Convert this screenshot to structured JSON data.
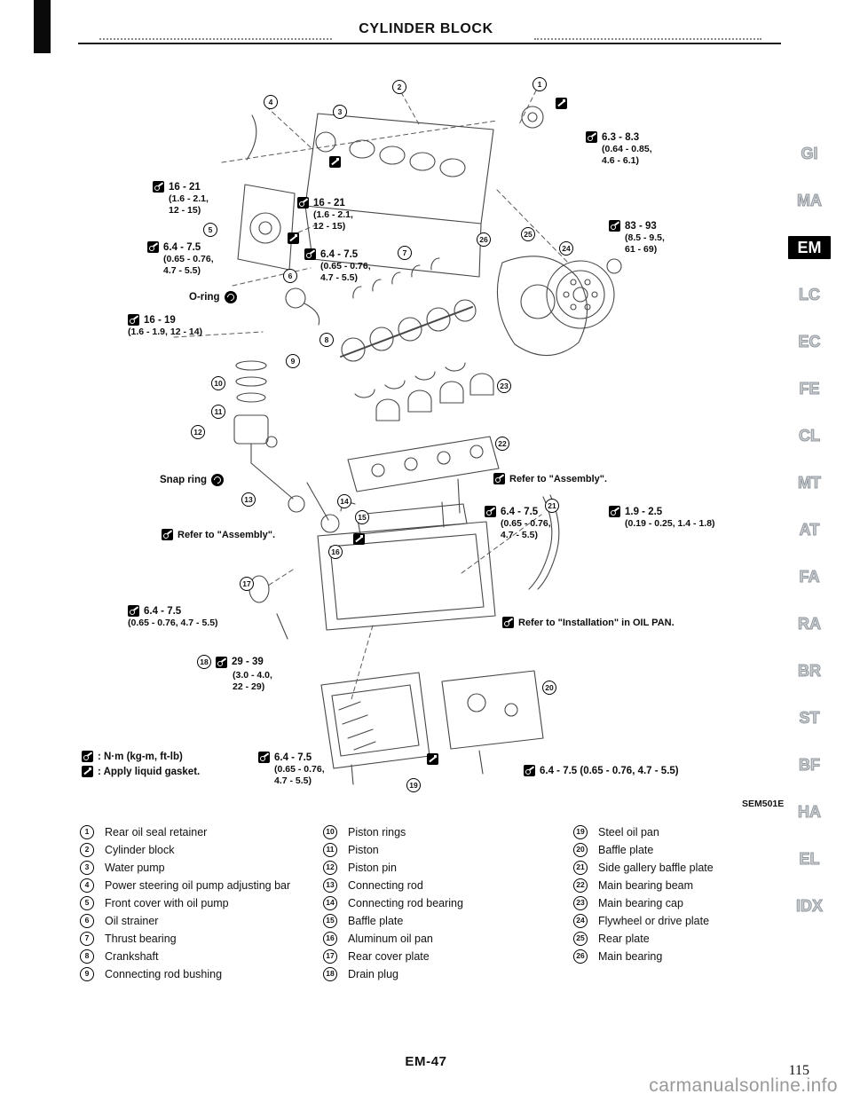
{
  "page": {
    "title": "CYLINDER BLOCK",
    "footer_code": "EM-47",
    "page_number": "115",
    "watermark": "carmanualsonline.info",
    "figure_code": "SEM501E"
  },
  "tabs": [
    "GI",
    "MA",
    "EM",
    "LC",
    "EC",
    "FE",
    "CL",
    "MT",
    "AT",
    "FA",
    "RA",
    "BR",
    "ST",
    "BF",
    "HA",
    "EL",
    "IDX"
  ],
  "legend": {
    "torque": ": N·m (kg-m, ft-lb)",
    "gasket": ": Apply liquid gasket."
  },
  "ann": {
    "n63": {
      "t": "6.3 - 8.3",
      "p1": "(0.64 - 0.85,",
      "p2": "4.6 - 6.1)"
    },
    "n1621a": {
      "t": "16 - 21",
      "p1": "(1.6 - 2.1,",
      "p2": "12 - 15)"
    },
    "n1621b": {
      "t": "16 - 21",
      "p1": "(1.6 - 2.1,",
      "p2": "12 - 15)"
    },
    "n8393": {
      "t": "83 - 93",
      "p1": "(8.5 - 9.5,",
      "p2": "61 - 69)"
    },
    "n6475a": {
      "t": "6.4 - 7.5",
      "p1": "(0.65 - 0.76,",
      "p2": "4.7 - 5.5)"
    },
    "n6475b": {
      "t": "6.4 - 7.5",
      "p1": "(0.65 - 0.76,",
      "p2": "4.7 - 5.5)"
    },
    "oring": {
      "t": "O-ring"
    },
    "n1619": {
      "t": "16 - 19",
      "p1": "(1.6 - 1.9, 12 - 14)"
    },
    "snap": {
      "t": "Snap ring"
    },
    "referA1": {
      "t": "Refer to \"Assembly\"."
    },
    "referA2": {
      "t": "Refer to \"Assembly\"."
    },
    "n6475c": {
      "t": "6.4 - 7.5",
      "p1": "(0.65 - 0.76,",
      "p2": "4.7 - 5.5)"
    },
    "n1925": {
      "t": "1.9 - 2.5",
      "p1": "(0.19 - 0.25, 1.4 - 1.8)"
    },
    "n6475d": {
      "t": "6.4 - 7.5",
      "p1": "(0.65 - 0.76, 4.7 - 5.5)"
    },
    "referOil": {
      "t": "Refer to \"Installation\" in OIL PAN."
    },
    "n2939": {
      "t": "29 - 39",
      "p1": "(3.0 - 4.0,",
      "p2": "22 - 29)"
    },
    "n6475e": {
      "t": "6.4 - 7.5",
      "p1": "(0.65 - 0.76,",
      "p2": "4.7 - 5.5)"
    },
    "n6475f": {
      "t": "6.4 - 7.5 (0.65 - 0.76, 4.7 - 5.5)"
    }
  },
  "callouts": [
    "1",
    "2",
    "3",
    "4",
    "5",
    "6",
    "7",
    "8",
    "9",
    "10",
    "11",
    "12",
    "13",
    "14",
    "15",
    "16",
    "17",
    "18",
    "19",
    "20",
    "21",
    "22",
    "23",
    "24",
    "25",
    "26"
  ],
  "parts": {
    "col1": [
      {
        "num": "1",
        "label": "Rear oil seal retainer"
      },
      {
        "num": "2",
        "label": "Cylinder block"
      },
      {
        "num": "3",
        "label": "Water pump"
      },
      {
        "num": "4",
        "label": "Power steering oil pump adjusting bar"
      },
      {
        "num": "5",
        "label": "Front cover with oil pump"
      },
      {
        "num": "6",
        "label": "Oil strainer"
      },
      {
        "num": "7",
        "label": "Thrust bearing"
      },
      {
        "num": "8",
        "label": "Crankshaft"
      },
      {
        "num": "9",
        "label": "Connecting rod bushing"
      }
    ],
    "col2": [
      {
        "num": "10",
        "label": "Piston rings"
      },
      {
        "num": "11",
        "label": "Piston"
      },
      {
        "num": "12",
        "label": "Piston pin"
      },
      {
        "num": "13",
        "label": "Connecting rod"
      },
      {
        "num": "14",
        "label": "Connecting rod bearing"
      },
      {
        "num": "15",
        "label": "Baffle plate"
      },
      {
        "num": "16",
        "label": "Aluminum oil pan"
      },
      {
        "num": "17",
        "label": "Rear cover plate"
      },
      {
        "num": "18",
        "label": "Drain plug"
      }
    ],
    "col3": [
      {
        "num": "19",
        "label": "Steel oil pan"
      },
      {
        "num": "20",
        "label": "Baffle plate"
      },
      {
        "num": "21",
        "label": "Side gallery baffle plate"
      },
      {
        "num": "22",
        "label": "Main bearing beam"
      },
      {
        "num": "23",
        "label": "Main bearing cap"
      },
      {
        "num": "24",
        "label": "Flywheel or drive plate"
      },
      {
        "num": "25",
        "label": "Rear plate"
      },
      {
        "num": "26",
        "label": "Main bearing"
      }
    ]
  }
}
